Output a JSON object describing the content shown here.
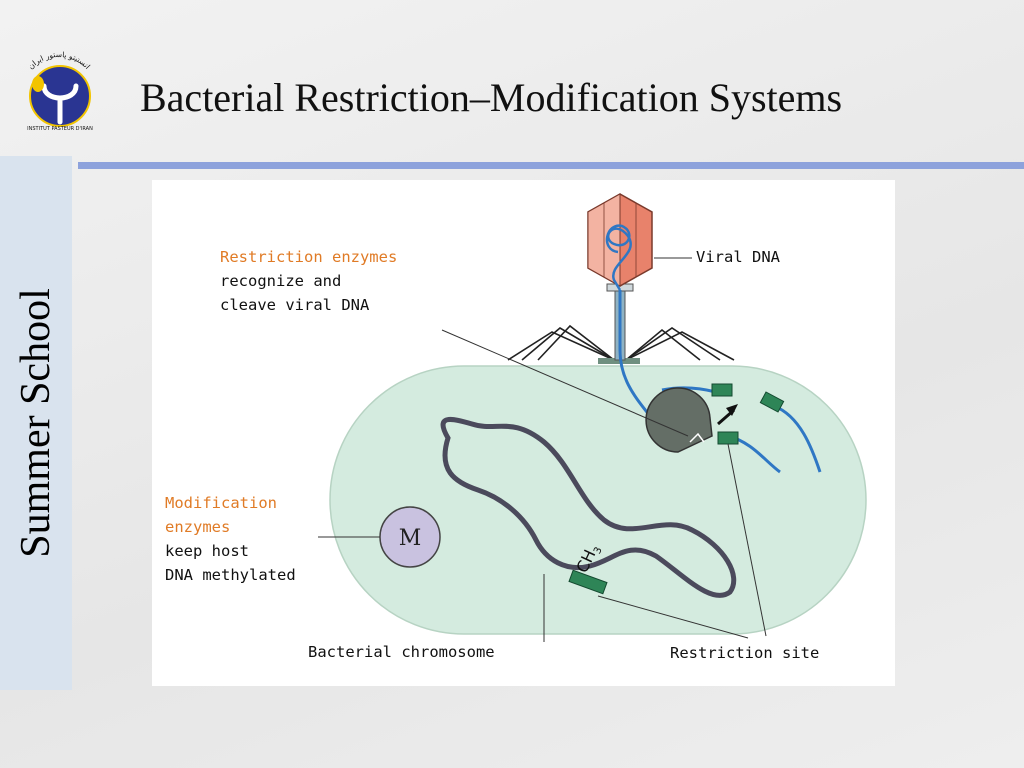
{
  "slide": {
    "title": "Bacterial Restriction–Modification Systems",
    "side_label": "Summer School"
  },
  "logo": {
    "name": "institut-pasteur-iran-logo",
    "text_persian": "انستیتو پاستور ایران",
    "text_latin": "INSTITUT PASTEUR D'IRAN"
  },
  "diagram": {
    "restriction_enzymes_title": "Restriction enzymes",
    "restriction_enzymes_desc_1": "recognize and",
    "restriction_enzymes_desc_2": "cleave viral DNA",
    "viral_dna_label": "Viral DNA",
    "modification_enzymes_title_1": "Modification",
    "modification_enzymes_title_2": "enzymes",
    "modification_desc_1": "keep host",
    "modification_desc_2": "DNA methylated",
    "methylase_symbol": "M",
    "methyl_group": "CH",
    "methyl_subscript": "3",
    "bacterial_chromosome_label": "Bacterial chromosome",
    "restriction_site_label": "Restriction site"
  },
  "colors": {
    "title_accent_rule": "#8da2dc",
    "side_band": "#d9e3ee",
    "orange_label": "#e07b26",
    "cell_fill": "#d4ebdf",
    "phage_head": "#e8826b",
    "dna_blue": "#2f77c4",
    "chromosome": "#4b4a5c",
    "restriction_site": "#2e8557",
    "methylase": "#c9c2e0",
    "restriction_enzyme": "#646e66"
  }
}
